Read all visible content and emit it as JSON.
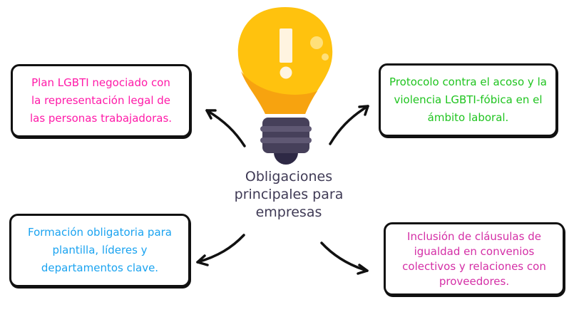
{
  "center": {
    "title_lines": [
      "Obligaciones",
      "principales para",
      "empresas"
    ],
    "color": "#3f3a55",
    "icon": "lightbulb-exclamation-icon"
  },
  "boxes": {
    "top_left": {
      "lines": [
        "Plan LGBTI negociado con",
        "la representación legal de",
        "las personas trabajadoras."
      ],
      "color": "#ff1aa8"
    },
    "top_right": {
      "lines": [
        "Protocolo contra el acoso y la",
        "violencia LGBTI-fóbica en el",
        "ámbito laboral."
      ],
      "color": "#1fc41f"
    },
    "bottom_left": {
      "lines": [
        "Formación obligatoria para",
        "plantilla, líderes y",
        "departamentos clave."
      ],
      "color": "#1aa3f0"
    },
    "bottom_right": {
      "lines": [
        "Inclusión de cláusulas de",
        "igualdad en convenios",
        "colectivos y relaciones con",
        "proveedores."
      ],
      "color": "#d42fa6"
    }
  },
  "colors": {
    "bulb_yellow": "#ffc20e",
    "bulb_orange": "#f7a30f",
    "bulb_highlight": "#fff4e0",
    "base_dark": "#46405a",
    "base_stripe": "#5f5873",
    "base_tip": "#2e2945",
    "outline": "#111111"
  }
}
